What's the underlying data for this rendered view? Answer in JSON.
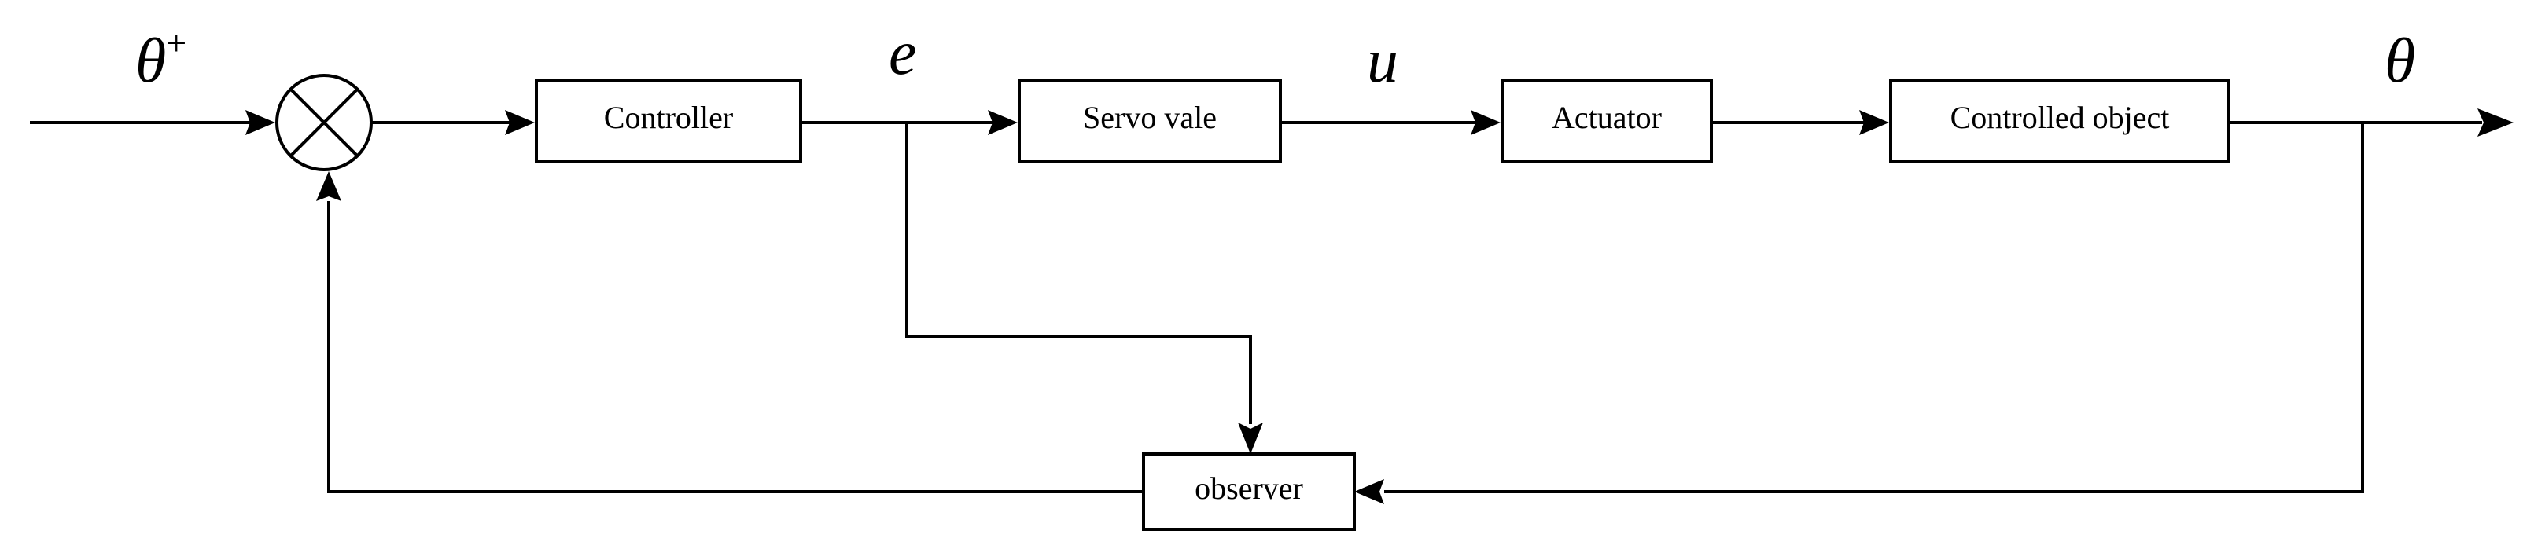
{
  "blocks": {
    "controller": "Controller",
    "servo_valve": "Servo vale",
    "actuator": "Actuator",
    "controlled_object": "Controlled object",
    "observer": "observer"
  },
  "signals": {
    "reference": "θ",
    "reference_sup": "+",
    "error": "e",
    "control": "u",
    "output": "θ"
  },
  "colors": {
    "stroke": "#000000",
    "background": "#ffffff"
  }
}
